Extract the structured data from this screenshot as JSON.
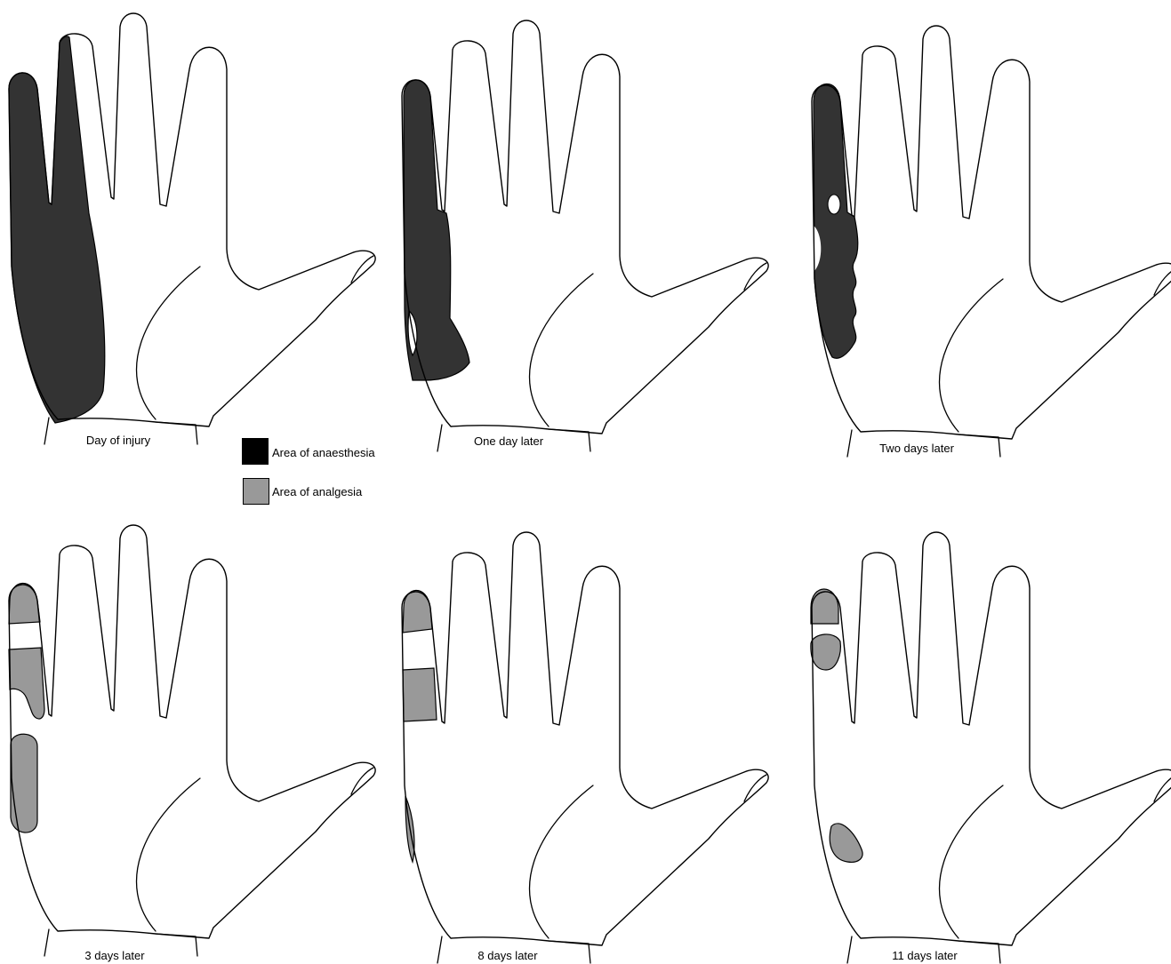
{
  "colors": {
    "anaesthesia": "#333333",
    "analgesia": "#999999",
    "outline": "#000000"
  },
  "legend": {
    "anaesthesia_label": "Area of anaesthesia",
    "analgesia_label": "Area of analgesia"
  },
  "panels": [
    {
      "caption": "Day of injury"
    },
    {
      "caption": "One day later"
    },
    {
      "caption": "Two days later"
    },
    {
      "caption": "3 days later"
    },
    {
      "caption": "8 days later"
    },
    {
      "caption": "11 days later"
    }
  ]
}
